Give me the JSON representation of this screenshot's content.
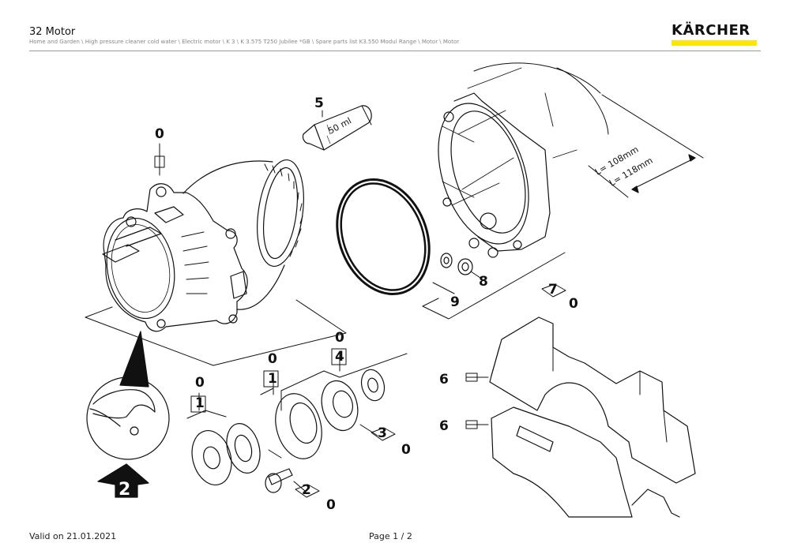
{
  "header": {
    "title": "32 Motor",
    "breadcrumb": "Home and Garden \\ High pressure cleaner cold water \\ Electric motor \\ K 3 \\ K 3.575 T250 Jubilee *GB \\ Spare parts list K3.550 Modul Range \\ Motor \\ Motor",
    "brand": "KÄRCHER",
    "brand_color": "#fde50a"
  },
  "diagram": {
    "tube_label": "50 ml",
    "dim_label_1": "L= 108mm",
    "dim_label_2": "L= 118mm",
    "callouts": [
      {
        "id": "c-0-motor",
        "text": "0"
      },
      {
        "id": "c-5",
        "text": "5"
      },
      {
        "id": "c-9",
        "text": "9"
      },
      {
        "id": "c-8",
        "text": "8"
      },
      {
        "id": "c-7",
        "text": "7"
      },
      {
        "id": "c-0-7",
        "text": "0"
      },
      {
        "id": "c-0-bearing",
        "text": "0"
      },
      {
        "id": "c-4",
        "text": "4"
      },
      {
        "id": "c-0-flange",
        "text": "0"
      },
      {
        "id": "c-1-flange",
        "text": "1"
      },
      {
        "id": "c-0-washer",
        "text": "0"
      },
      {
        "id": "c-1-washer",
        "text": "1"
      },
      {
        "id": "c-3",
        "text": "3"
      },
      {
        "id": "c-0-3",
        "text": "0"
      },
      {
        "id": "c-2",
        "text": "2"
      },
      {
        "id": "c-0-2",
        "text": "0"
      },
      {
        "id": "c-6a",
        "text": "6"
      },
      {
        "id": "c-6b",
        "text": "6"
      },
      {
        "id": "c-view",
        "text": "2"
      }
    ]
  },
  "footer": {
    "valid": "Valid on 21.01.2021",
    "page": "Page 1 / 2"
  }
}
